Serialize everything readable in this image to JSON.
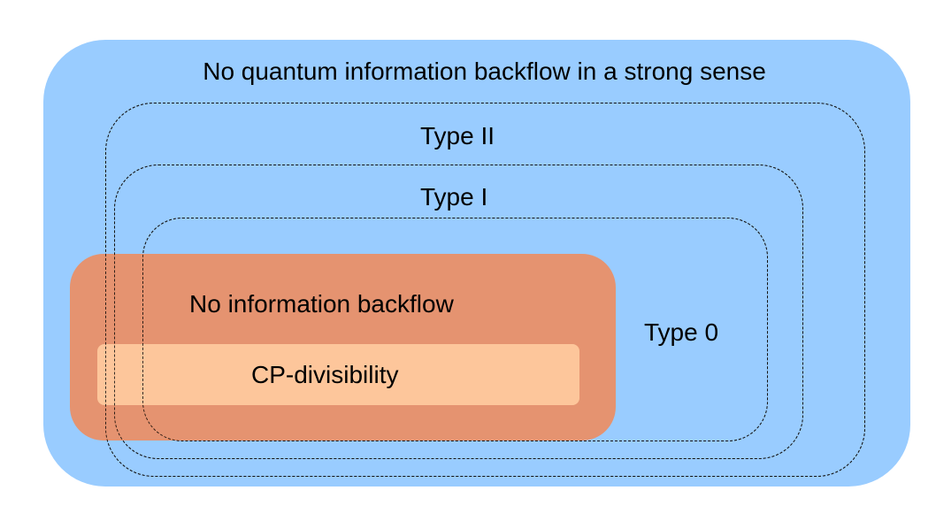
{
  "diagram": {
    "regions": {
      "outer": {
        "label": "No quantum information backflow in a strong sense",
        "fill": "#99ccff"
      },
      "type_ii": {
        "label": "Type II",
        "style": "dashed"
      },
      "type_i": {
        "label": "Type I",
        "style": "dashed"
      },
      "type_0": {
        "label": "Type 0",
        "style": "dashed"
      },
      "no_information_backflow": {
        "label": "No information backflow",
        "fill": "#ff9966"
      },
      "cp_divisibility": {
        "label": "CP-divisibility",
        "fill": "#ffcc99"
      }
    }
  }
}
